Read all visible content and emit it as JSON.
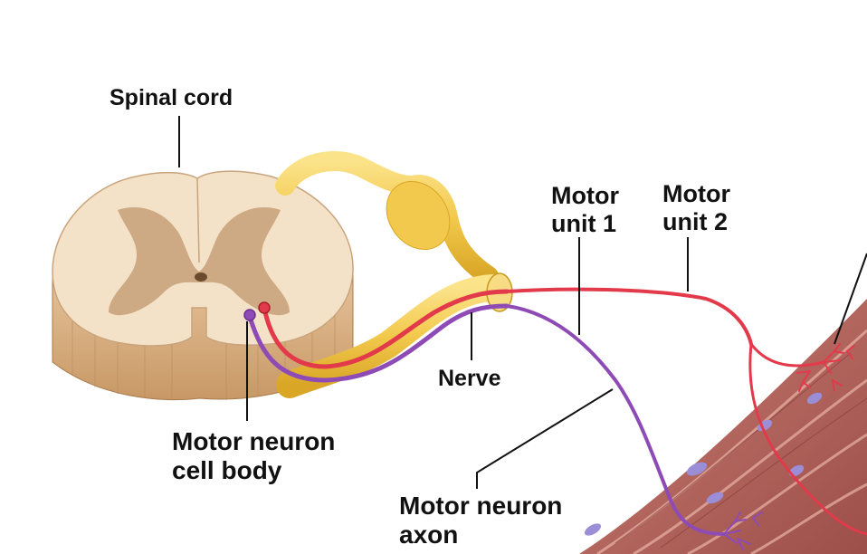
{
  "labels": {
    "spinal_cord": "Spinal cord",
    "nerve": "Nerve",
    "motor_unit_1": [
      "Motor",
      "unit 1"
    ],
    "motor_unit_2": [
      "Motor",
      "unit 2"
    ],
    "cell_body": [
      "Motor neuron",
      "cell body"
    ],
    "axon": [
      "Motor neuron",
      "axon"
    ]
  },
  "colors": {
    "spinal_cord_white_matter": "#f3e2c8",
    "spinal_cord_gray_matter": "#c9a47c",
    "spinal_cord_side": "#d9b389",
    "nerve": "#f2c94c",
    "motor_unit_1_axon": "#8e4bb6",
    "motor_unit_2_axon": "#e23a4a",
    "muscle": "#b5675f",
    "muscle_nucleus": "#9b8ed6",
    "leader_line": "#111111"
  }
}
